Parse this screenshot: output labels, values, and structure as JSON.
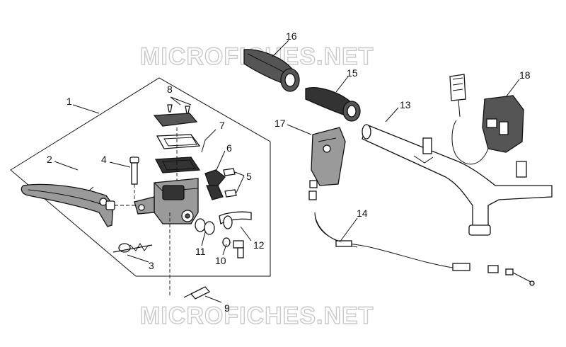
{
  "watermark": {
    "top": "MICROFICHES.NET",
    "bottom": "MICROFICHES.NET"
  },
  "callouts": [
    "1",
    "2",
    "3",
    "4",
    "5",
    "6",
    "7",
    "8",
    "9",
    "10",
    "11",
    "12",
    "13",
    "14",
    "15",
    "16",
    "17",
    "18"
  ],
  "colors": {
    "line": "#111111",
    "part_dark": "#555555",
    "watermark_outline": "#c9c9c9"
  }
}
